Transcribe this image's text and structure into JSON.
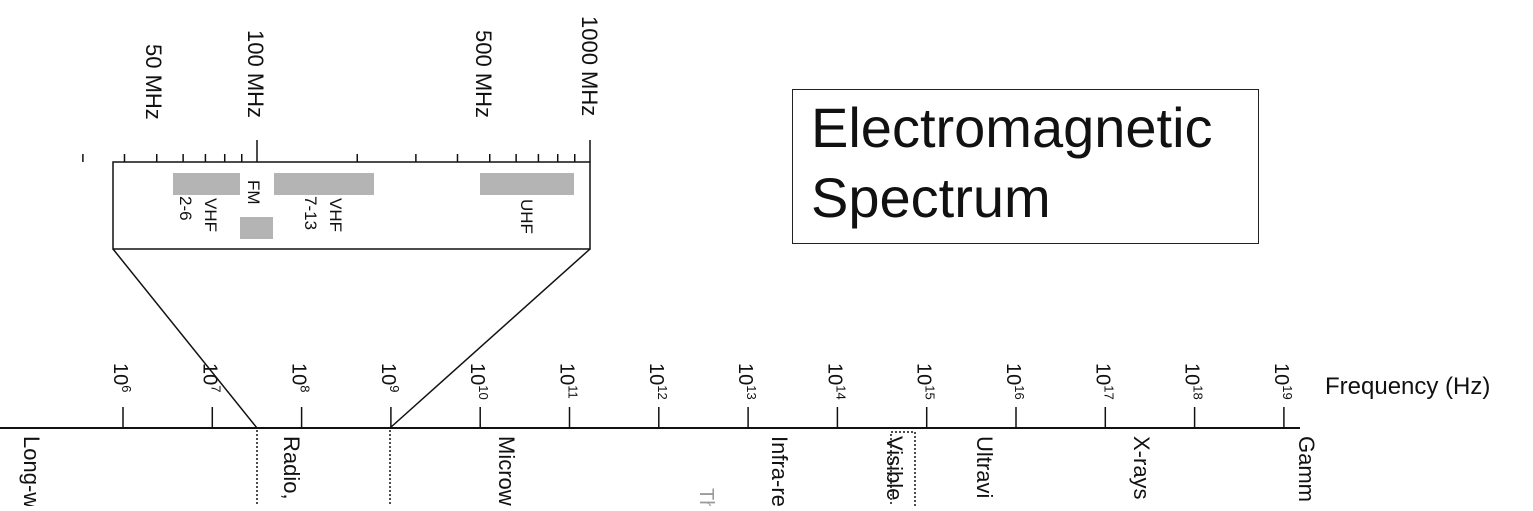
{
  "title": {
    "line1": "Electromagnetic",
    "line2": "Spectrum"
  },
  "frequency_axis": {
    "label": "Frequency (Hz)",
    "exponents": [
      "6",
      "7",
      "8",
      "9",
      "10",
      "11",
      "12",
      "13",
      "14",
      "15",
      "16",
      "17",
      "18",
      "19"
    ],
    "base": "10"
  },
  "bands": [
    {
      "label": "Long-w"
    },
    {
      "label": "Radio,"
    },
    {
      "label": "Microw"
    },
    {
      "label": "Infra-re"
    },
    {
      "label": "Visible"
    },
    {
      "label": "Ultravi"
    },
    {
      "label": "X-rays"
    },
    {
      "label": "Gamm"
    }
  ],
  "faint_text": "Th",
  "inset": {
    "tick_labels": [
      "50 MHz",
      "100 MHz",
      "500 MHz",
      "1000 MHz"
    ],
    "bands": [
      {
        "label1": "VHF",
        "label2": "2-6"
      },
      {
        "label1": "FM"
      },
      {
        "label1": "VHF",
        "label2": "7-13"
      },
      {
        "label1": "UHF"
      }
    ]
  },
  "colors": {
    "ink": "#111111",
    "band_fill": "#b4b4b4",
    "faint": "#9a9a9a"
  }
}
